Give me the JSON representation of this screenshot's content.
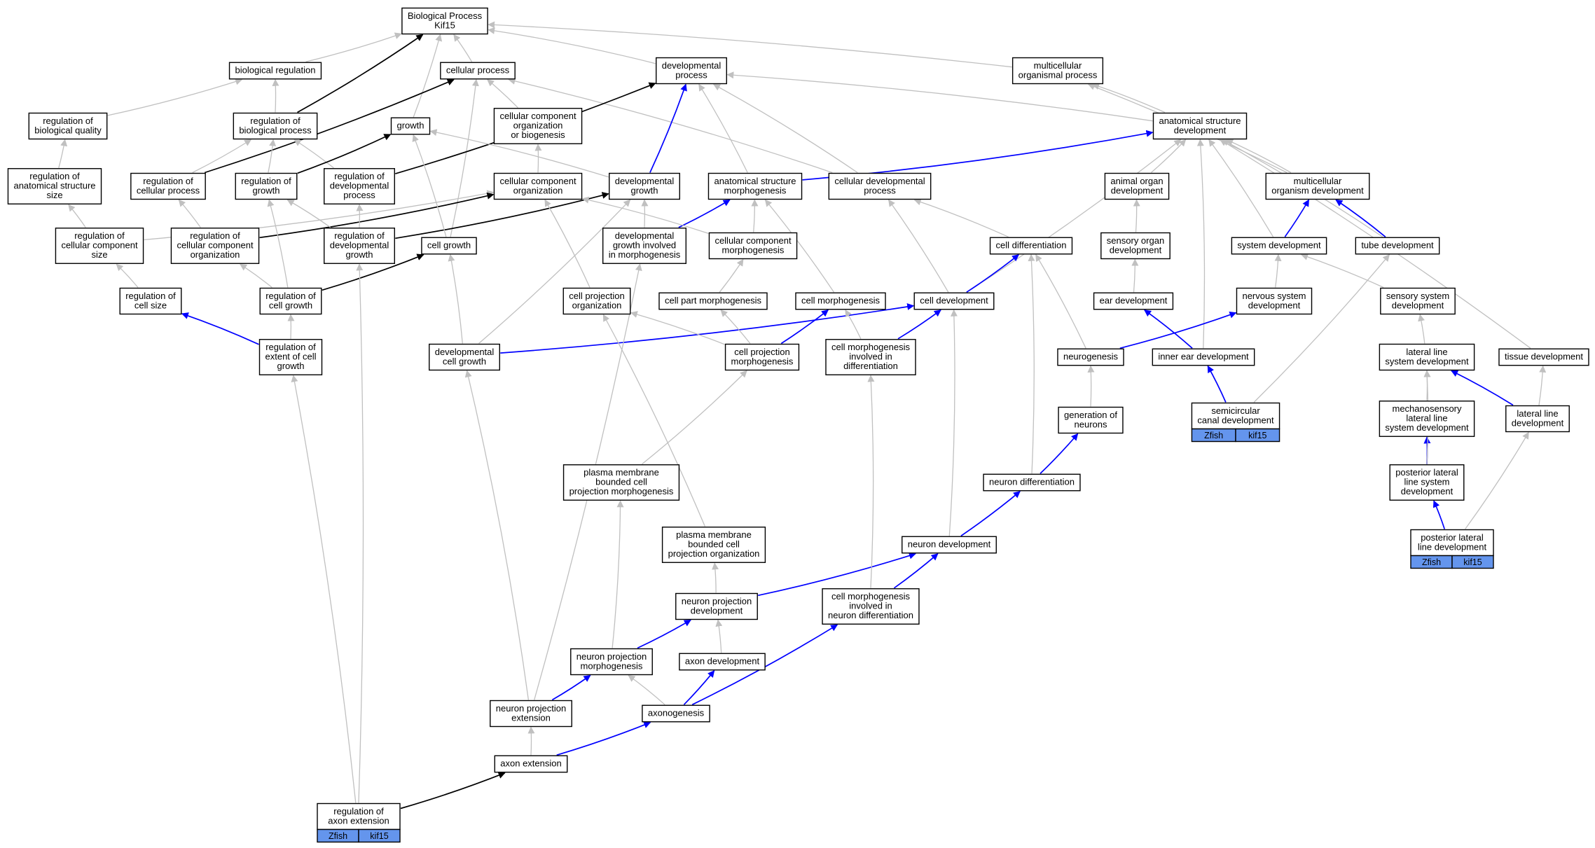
{
  "colors": {
    "black": "#000000",
    "blue": "#0000ff",
    "gray": "#c0c0c0",
    "tag": "#6495ed"
  },
  "nodes": [
    {
      "id": "bp",
      "lines": [
        "Biological Process",
        "Kif15"
      ]
    },
    {
      "id": "bioreg",
      "lines": [
        "biological regulation"
      ]
    },
    {
      "id": "cellproc",
      "lines": [
        "cellular process"
      ]
    },
    {
      "id": "devproc",
      "lines": [
        "developmental",
        "process"
      ]
    },
    {
      "id": "multorg",
      "lines": [
        "multicellular",
        "organismal process"
      ]
    },
    {
      "id": "regbioqual",
      "lines": [
        "regulation of",
        "biological quality"
      ]
    },
    {
      "id": "regbioproc",
      "lines": [
        "regulation of",
        "biological process"
      ]
    },
    {
      "id": "growth",
      "lines": [
        "growth"
      ]
    },
    {
      "id": "ccob",
      "lines": [
        "cellular component",
        "organization",
        "or biogenesis"
      ]
    },
    {
      "id": "asdev",
      "lines": [
        "anatomical structure",
        "development"
      ]
    },
    {
      "id": "regassize",
      "lines": [
        "regulation of",
        "anatomical structure",
        "size"
      ]
    },
    {
      "id": "regcellproc",
      "lines": [
        "regulation of",
        "cellular process"
      ]
    },
    {
      "id": "reggrowth",
      "lines": [
        "regulation of",
        "growth"
      ]
    },
    {
      "id": "regdevproc",
      "lines": [
        "regulation of",
        "developmental",
        "process"
      ]
    },
    {
      "id": "ccorg",
      "lines": [
        "cellular component",
        "organization"
      ]
    },
    {
      "id": "devgrowth",
      "lines": [
        "developmental",
        "growth"
      ]
    },
    {
      "id": "asmorph",
      "lines": [
        "anatomical structure",
        "morphogenesis"
      ]
    },
    {
      "id": "celldevproc",
      "lines": [
        "cellular developmental",
        "process"
      ]
    },
    {
      "id": "animorgdev",
      "lines": [
        "animal organ",
        "development"
      ]
    },
    {
      "id": "multorgdev",
      "lines": [
        "multicellular",
        "organism development"
      ]
    },
    {
      "id": "regccsize",
      "lines": [
        "regulation of",
        "cellular component",
        "size"
      ]
    },
    {
      "id": "regccorg",
      "lines": [
        "regulation of",
        "cellular component",
        "organization"
      ]
    },
    {
      "id": "regdevgrowth",
      "lines": [
        "regulation of",
        "developmental",
        "growth"
      ]
    },
    {
      "id": "cellgrowth",
      "lines": [
        "cell growth"
      ]
    },
    {
      "id": "devgrowthmorph",
      "lines": [
        "developmental",
        "growth involved",
        "in morphogenesis"
      ]
    },
    {
      "id": "ccmorph",
      "lines": [
        "cellular component",
        "morphogenesis"
      ]
    },
    {
      "id": "celldiff",
      "lines": [
        "cell differentiation"
      ]
    },
    {
      "id": "sensorgdev",
      "lines": [
        "sensory organ",
        "development"
      ]
    },
    {
      "id": "sysdev",
      "lines": [
        "system development"
      ]
    },
    {
      "id": "tubedev",
      "lines": [
        "tube development"
      ]
    },
    {
      "id": "regcellsize",
      "lines": [
        "regulation of",
        "cell size"
      ]
    },
    {
      "id": "regcellgrowth",
      "lines": [
        "regulation of",
        "cell growth"
      ]
    },
    {
      "id": "cellprojorg",
      "lines": [
        "cell projection",
        "organization"
      ]
    },
    {
      "id": "cellpartmorph",
      "lines": [
        "cell part morphogenesis"
      ]
    },
    {
      "id": "cellmorph",
      "lines": [
        "cell morphogenesis"
      ]
    },
    {
      "id": "celldev",
      "lines": [
        "cell development"
      ]
    },
    {
      "id": "eardev",
      "lines": [
        "ear development"
      ]
    },
    {
      "id": "nervsysdev",
      "lines": [
        "nervous system",
        "development"
      ]
    },
    {
      "id": "senssysdev",
      "lines": [
        "sensory system",
        "development"
      ]
    },
    {
      "id": "regextcellgrowth",
      "lines": [
        "regulation of",
        "extent of cell",
        "growth"
      ]
    },
    {
      "id": "devcellgrowth",
      "lines": [
        "developmental",
        "cell growth"
      ]
    },
    {
      "id": "cellprojmorph",
      "lines": [
        "cell projection",
        "morphogenesis"
      ]
    },
    {
      "id": "cellmorphdiff",
      "lines": [
        "cell morphogenesis",
        "involved in",
        "differentiation"
      ]
    },
    {
      "id": "neurogenesis",
      "lines": [
        "neurogenesis"
      ]
    },
    {
      "id": "innereardev",
      "lines": [
        "inner ear development"
      ]
    },
    {
      "id": "latlinesysdev",
      "lines": [
        "lateral line",
        "system development"
      ]
    },
    {
      "id": "tissuedev",
      "lines": [
        "tissue development"
      ]
    },
    {
      "id": "semicirc",
      "lines": [
        "semicircular",
        "canal development"
      ],
      "tags": [
        "Zfish",
        "kif15"
      ]
    },
    {
      "id": "mechlatline",
      "lines": [
        "mechanosensory",
        "lateral line",
        "system development"
      ]
    },
    {
      "id": "latlinedev",
      "lines": [
        "lateral line",
        "development"
      ]
    },
    {
      "id": "genneurons",
      "lines": [
        "generation of",
        "neurons"
      ]
    },
    {
      "id": "pmbcpm",
      "lines": [
        "plasma membrane",
        "bounded cell",
        "projection morphogenesis"
      ]
    },
    {
      "id": "neurondiff",
      "lines": [
        "neuron differentiation"
      ]
    },
    {
      "id": "postlatlinesys",
      "lines": [
        "posterior lateral",
        "line system",
        "development"
      ]
    },
    {
      "id": "pmbcpo",
      "lines": [
        "plasma membrane",
        "bounded cell",
        "projection organization"
      ]
    },
    {
      "id": "neurondev",
      "lines": [
        "neuron development"
      ]
    },
    {
      "id": "postlatlinedev",
      "lines": [
        "posterior lateral",
        "line development"
      ],
      "tags": [
        "Zfish",
        "kif15"
      ]
    },
    {
      "id": "neuronprojdev",
      "lines": [
        "neuron projection",
        "development"
      ]
    },
    {
      "id": "cellmorphneuron",
      "lines": [
        "cell morphogenesis",
        "involved in",
        "neuron differentiation"
      ]
    },
    {
      "id": "neuronprojmorph",
      "lines": [
        "neuron projection",
        "morphogenesis"
      ]
    },
    {
      "id": "axondev",
      "lines": [
        "axon development"
      ]
    },
    {
      "id": "neuronprojext",
      "lines": [
        "neuron projection",
        "extension"
      ]
    },
    {
      "id": "axonogenesis",
      "lines": [
        "axonogenesis"
      ]
    },
    {
      "id": "axonext",
      "lines": [
        "axon extension"
      ]
    },
    {
      "id": "regaxonext",
      "lines": [
        "regulation of",
        "axon extension"
      ],
      "tags": [
        "Zfish",
        "kif15"
      ]
    }
  ],
  "edges": [
    {
      "from": "bioreg",
      "to": "bp",
      "kind": "gray"
    },
    {
      "from": "cellproc",
      "to": "bp",
      "kind": "gray"
    },
    {
      "from": "devproc",
      "to": "bp",
      "kind": "gray"
    },
    {
      "from": "multorg",
      "to": "bp",
      "kind": "gray"
    },
    {
      "from": "growth",
      "to": "bp",
      "kind": "gray"
    },
    {
      "from": "regbioproc",
      "to": "bp",
      "kind": "black"
    },
    {
      "from": "regbioproc",
      "to": "bioreg",
      "kind": "gray"
    },
    {
      "from": "regbioqual",
      "to": "bioreg",
      "kind": "gray"
    },
    {
      "from": "regassize",
      "to": "regbioqual",
      "kind": "gray"
    },
    {
      "from": "ccob",
      "to": "cellproc",
      "kind": "gray"
    },
    {
      "from": "cellgrowth",
      "to": "cellproc",
      "kind": "gray"
    },
    {
      "from": "celldevproc",
      "to": "cellproc",
      "kind": "gray"
    },
    {
      "from": "regcellproc",
      "to": "cellproc",
      "kind": "black"
    },
    {
      "from": "regcellproc",
      "to": "regbioproc",
      "kind": "gray"
    },
    {
      "from": "regdevproc",
      "to": "devproc",
      "kind": "black"
    },
    {
      "from": "regdevproc",
      "to": "regbioproc",
      "kind": "gray"
    },
    {
      "from": "reggrowth",
      "to": "growth",
      "kind": "black"
    },
    {
      "from": "reggrowth",
      "to": "regbioproc",
      "kind": "gray"
    },
    {
      "from": "devgrowth",
      "to": "devproc",
      "kind": "blue"
    },
    {
      "from": "devgrowth",
      "to": "growth",
      "kind": "gray"
    },
    {
      "from": "asdev",
      "to": "devproc",
      "kind": "gray"
    },
    {
      "from": "asdev",
      "to": "multorg",
      "kind": "gray"
    },
    {
      "from": "asmorph",
      "to": "devproc",
      "kind": "gray"
    },
    {
      "from": "asmorph",
      "to": "asdev",
      "kind": "blue"
    },
    {
      "from": "celldevproc",
      "to": "devproc",
      "kind": "gray"
    },
    {
      "from": "ccorg",
      "to": "ccob",
      "kind": "gray"
    },
    {
      "from": "animorgdev",
      "to": "asdev",
      "kind": "gray"
    },
    {
      "from": "multorgdev",
      "to": "asdev",
      "kind": "gray"
    },
    {
      "from": "multorgdev",
      "to": "multorg",
      "kind": "gray"
    },
    {
      "from": "sysdev",
      "to": "asdev",
      "kind": "gray"
    },
    {
      "from": "sysdev",
      "to": "multorgdev",
      "kind": "blue"
    },
    {
      "from": "tubedev",
      "to": "asdev",
      "kind": "gray"
    },
    {
      "from": "tubedev",
      "to": "multorgdev",
      "kind": "blue"
    },
    {
      "from": "tissuedev",
      "to": "asdev",
      "kind": "gray"
    },
    {
      "from": "innereardev",
      "to": "asdev",
      "kind": "gray"
    },
    {
      "from": "celldev",
      "to": "asdev",
      "kind": "gray"
    },
    {
      "from": "regccsize",
      "to": "regassize",
      "kind": "gray"
    },
    {
      "from": "regccsize",
      "to": "ccorg",
      "kind": "gray"
    },
    {
      "from": "regccorg",
      "to": "regcellproc",
      "kind": "gray"
    },
    {
      "from": "regccorg",
      "to": "ccorg",
      "kind": "black"
    },
    {
      "from": "regdevgrowth",
      "to": "devgrowth",
      "kind": "black"
    },
    {
      "from": "regdevgrowth",
      "to": "regdevproc",
      "kind": "gray"
    },
    {
      "from": "regdevgrowth",
      "to": "reggrowth",
      "kind": "gray"
    },
    {
      "from": "cellgrowth",
      "to": "growth",
      "kind": "gray"
    },
    {
      "from": "devgrowthmorph",
      "to": "devgrowth",
      "kind": "gray"
    },
    {
      "from": "devgrowthmorph",
      "to": "asmorph",
      "kind": "blue"
    },
    {
      "from": "ccmorph",
      "to": "asmorph",
      "kind": "gray"
    },
    {
      "from": "ccmorph",
      "to": "ccorg",
      "kind": "gray"
    },
    {
      "from": "celldiff",
      "to": "celldevproc",
      "kind": "gray"
    },
    {
      "from": "sensorgdev",
      "to": "animorgdev",
      "kind": "gray"
    },
    {
      "from": "regcellsize",
      "to": "regccsize",
      "kind": "gray"
    },
    {
      "from": "regcellgrowth",
      "to": "reggrowth",
      "kind": "gray"
    },
    {
      "from": "regcellgrowth",
      "to": "regccorg",
      "kind": "gray"
    },
    {
      "from": "regcellgrowth",
      "to": "cellgrowth",
      "kind": "black"
    },
    {
      "from": "cellprojorg",
      "to": "ccorg",
      "kind": "gray"
    },
    {
      "from": "cellpartmorph",
      "to": "ccmorph",
      "kind": "gray"
    },
    {
      "from": "cellmorph",
      "to": "asmorph",
      "kind": "gray"
    },
    {
      "from": "celldev",
      "to": "celldiff",
      "kind": "blue"
    },
    {
      "from": "celldev",
      "to": "celldevproc",
      "kind": "gray"
    },
    {
      "from": "eardev",
      "to": "sensorgdev",
      "kind": "gray"
    },
    {
      "from": "nervsysdev",
      "to": "sysdev",
      "kind": "gray"
    },
    {
      "from": "senssysdev",
      "to": "sysdev",
      "kind": "gray"
    },
    {
      "from": "regextcellgrowth",
      "to": "regcellsize",
      "kind": "blue"
    },
    {
      "from": "regextcellgrowth",
      "to": "regcellgrowth",
      "kind": "gray"
    },
    {
      "from": "devcellgrowth",
      "to": "cellgrowth",
      "kind": "gray"
    },
    {
      "from": "devcellgrowth",
      "to": "devgrowth",
      "kind": "gray"
    },
    {
      "from": "devcellgrowth",
      "to": "celldev",
      "kind": "blue"
    },
    {
      "from": "cellprojmorph",
      "to": "cellpartmorph",
      "kind": "gray"
    },
    {
      "from": "cellprojmorph",
      "to": "cellmorph",
      "kind": "blue"
    },
    {
      "from": "cellprojmorph",
      "to": "cellprojorg",
      "kind": "gray"
    },
    {
      "from": "cellmorphdiff",
      "to": "cellmorph",
      "kind": "gray"
    },
    {
      "from": "cellmorphdiff",
      "to": "celldev",
      "kind": "blue"
    },
    {
      "from": "neurogenesis",
      "to": "celldiff",
      "kind": "gray"
    },
    {
      "from": "neurogenesis",
      "to": "nervsysdev",
      "kind": "blue"
    },
    {
      "from": "innereardev",
      "to": "eardev",
      "kind": "blue"
    },
    {
      "from": "latlinesysdev",
      "to": "senssysdev",
      "kind": "gray"
    },
    {
      "from": "semicirc",
      "to": "innereardev",
      "kind": "blue"
    },
    {
      "from": "semicirc",
      "to": "tubedev",
      "kind": "gray"
    },
    {
      "from": "mechlatline",
      "to": "latlinesysdev",
      "kind": "gray"
    },
    {
      "from": "latlinedev",
      "to": "latlinesysdev",
      "kind": "blue"
    },
    {
      "from": "latlinedev",
      "to": "tissuedev",
      "kind": "gray"
    },
    {
      "from": "genneurons",
      "to": "neurogenesis",
      "kind": "gray"
    },
    {
      "from": "pmbcpm",
      "to": "cellprojmorph",
      "kind": "gray"
    },
    {
      "from": "neurondiff",
      "to": "genneurons",
      "kind": "blue"
    },
    {
      "from": "neurondiff",
      "to": "celldiff",
      "kind": "gray"
    },
    {
      "from": "postlatlinesys",
      "to": "mechlatline",
      "kind": "blue"
    },
    {
      "from": "postlatlinesys",
      "to": "latlinesysdev",
      "kind": "gray"
    },
    {
      "from": "pmbcpo",
      "to": "cellprojorg",
      "kind": "gray"
    },
    {
      "from": "neurondev",
      "to": "neurondiff",
      "kind": "blue"
    },
    {
      "from": "neurondev",
      "to": "celldev",
      "kind": "gray"
    },
    {
      "from": "postlatlinedev",
      "to": "postlatlinesys",
      "kind": "blue"
    },
    {
      "from": "postlatlinedev",
      "to": "latlinedev",
      "kind": "gray"
    },
    {
      "from": "neuronprojdev",
      "to": "neurondev",
      "kind": "blue"
    },
    {
      "from": "neuronprojdev",
      "to": "pmbcpo",
      "kind": "gray"
    },
    {
      "from": "cellmorphneuron",
      "to": "neurondev",
      "kind": "blue"
    },
    {
      "from": "cellmorphneuron",
      "to": "cellmorphdiff",
      "kind": "gray"
    },
    {
      "from": "neuronprojmorph",
      "to": "neuronprojdev",
      "kind": "blue"
    },
    {
      "from": "neuronprojmorph",
      "to": "pmbcpm",
      "kind": "gray"
    },
    {
      "from": "axondev",
      "to": "neuronprojdev",
      "kind": "gray"
    },
    {
      "from": "neuronprojext",
      "to": "neuronprojmorph",
      "kind": "blue"
    },
    {
      "from": "neuronprojext",
      "to": "devcellgrowth",
      "kind": "gray"
    },
    {
      "from": "neuronprojext",
      "to": "devgrowthmorph",
      "kind": "gray"
    },
    {
      "from": "axonogenesis",
      "to": "axondev",
      "kind": "blue"
    },
    {
      "from": "axonogenesis",
      "to": "neuronprojmorph",
      "kind": "gray"
    },
    {
      "from": "axonogenesis",
      "to": "cellmorphneuron",
      "kind": "blue"
    },
    {
      "from": "axonext",
      "to": "neuronprojext",
      "kind": "gray"
    },
    {
      "from": "axonext",
      "to": "axonogenesis",
      "kind": "blue"
    },
    {
      "from": "regaxonext",
      "to": "axonext",
      "kind": "black"
    },
    {
      "from": "regaxonext",
      "to": "regdevgrowth",
      "kind": "gray"
    },
    {
      "from": "regaxonext",
      "to": "regextcellgrowth",
      "kind": "gray"
    }
  ]
}
